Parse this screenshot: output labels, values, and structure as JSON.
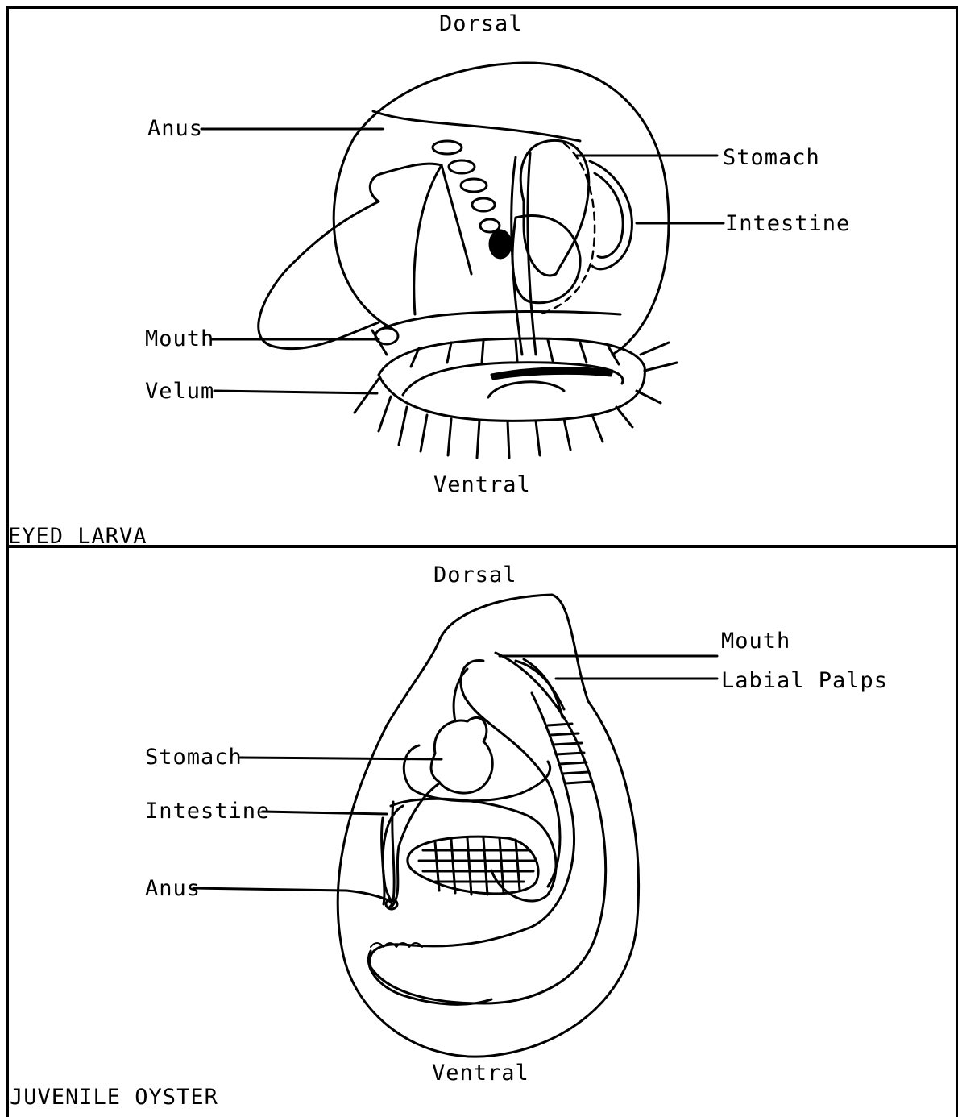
{
  "panels": [
    {
      "title": "EYED LARVA",
      "orientation": {
        "top": "Dorsal",
        "bottom": "Ventral"
      },
      "labels": {
        "anus": "Anus",
        "stomach": "Stomach",
        "intestine": "Intestine",
        "mouth": "Mouth",
        "velum": "Velum"
      }
    },
    {
      "title": "JUVENILE OYSTER",
      "orientation": {
        "top": "Dorsal",
        "bottom": "Ventral"
      },
      "labels": {
        "mouth": "Mouth",
        "labial_palps": "Labial Palps",
        "stomach": "Stomach",
        "intestine": "Intestine",
        "anus": "Anus"
      }
    }
  ]
}
